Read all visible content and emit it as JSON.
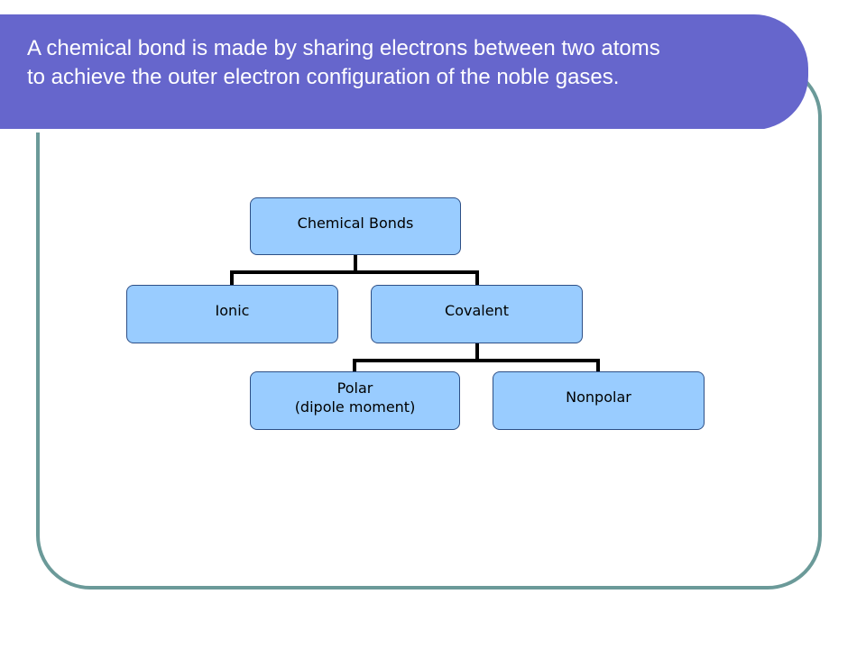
{
  "slide": {
    "title_lines": [
      "A chemical bond is made by sharing electrons between two atoms",
      "to achieve the outer electron configuration of the noble gases."
    ],
    "colors": {
      "title_band": "#6666cc",
      "title_text": "#ffffff",
      "frame_border": "#6b9a99",
      "node_fill": "#99ccff",
      "node_border": "#2d4f86",
      "connector": "#000000"
    }
  },
  "diagram": {
    "type": "hierarchy",
    "root": {
      "label": "Chemical Bonds"
    },
    "level1": [
      {
        "label": "Ionic"
      },
      {
        "label": "Covalent"
      }
    ],
    "level2": [
      {
        "parent": "Covalent",
        "lines": [
          "Polar",
          "(dipole moment)"
        ]
      },
      {
        "parent": "Covalent",
        "lines": [
          "Nonpolar"
        ]
      }
    ]
  }
}
